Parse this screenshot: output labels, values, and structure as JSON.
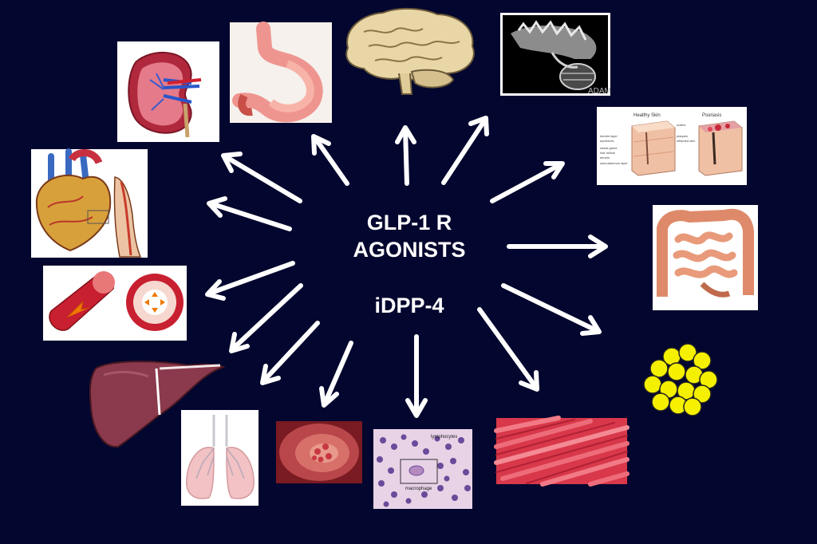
{
  "center": {
    "line1": "GLP-1 R",
    "line2": "AGONISTS",
    "line3": "iDPP-4"
  },
  "colors": {
    "background": "#03062e",
    "arrow": "#ffffff",
    "text": "#ffffff"
  },
  "targets": [
    {
      "id": "kidney",
      "icon": "kidney-illustration"
    },
    {
      "id": "stomach",
      "icon": "stomach-illustration"
    },
    {
      "id": "brain",
      "icon": "brain-illustration"
    },
    {
      "id": "bone",
      "icon": "bone-xray-illustration",
      "watermark": "ADAM"
    },
    {
      "id": "skin",
      "icon": "skin-psoriasis-diagram",
      "labels": {
        "left_title": "Healthy Skin",
        "right_title": "Psoriasis",
        "left_layers": [
          "keratin layer",
          "epidermis",
          "sweat gland",
          "hair follicle",
          "dermis",
          "subcutaneous layer"
        ],
        "right_layers": [
          "scales",
          "plaques",
          "inflamed skin"
        ]
      }
    },
    {
      "id": "intestine",
      "icon": "intestine-illustration"
    },
    {
      "id": "adipose",
      "icon": "fat-cells-illustration"
    },
    {
      "id": "muscle",
      "icon": "muscle-fibers-illustration"
    },
    {
      "id": "immune",
      "icon": "lymphocytes-micrograph",
      "labels": {
        "top": "lymphocytes",
        "bottom": "macrophage"
      }
    },
    {
      "id": "endothelium",
      "icon": "blood-vessel-lumen-illustration"
    },
    {
      "id": "lung",
      "icon": "lungs-illustration"
    },
    {
      "id": "liver",
      "icon": "liver-illustration"
    },
    {
      "id": "artery",
      "icon": "artery-plaque-illustration"
    },
    {
      "id": "heart",
      "icon": "heart-illustration"
    }
  ]
}
